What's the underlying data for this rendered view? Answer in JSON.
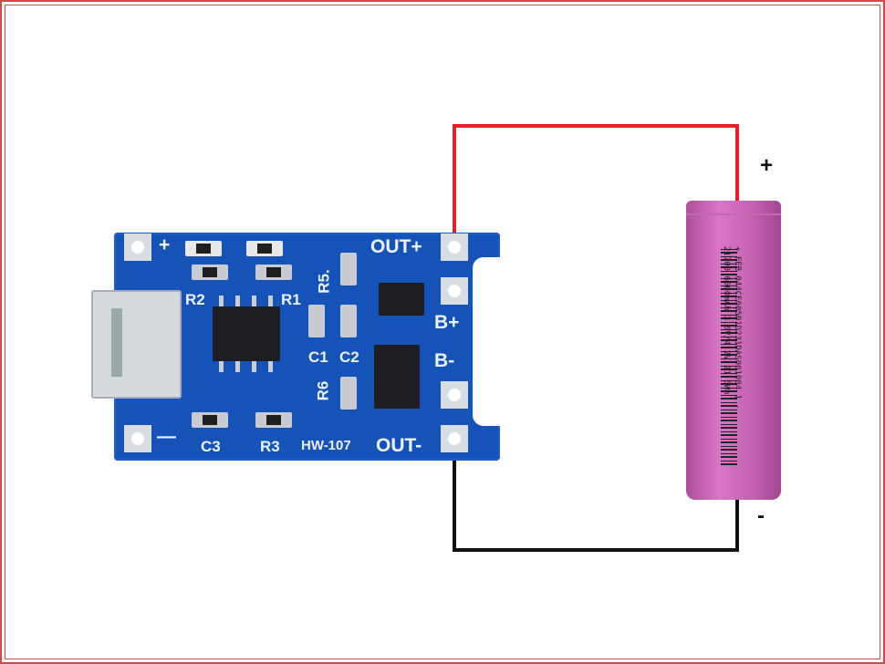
{
  "board": {
    "model": "HW-107",
    "labels": {
      "plus": "+",
      "minus": "—",
      "out_plus": "OUT+",
      "out_minus": "OUT-",
      "b_plus": "B+",
      "b_minus": "B-"
    },
    "components": {
      "r1": "R1",
      "r2": "R2",
      "r3": "R3",
      "r5": "R5.",
      "r6": "R6",
      "c1": "C1",
      "c2": "C2",
      "c3": "C3"
    }
  },
  "battery": {
    "label_line1": "+ FEB  044CE605B1D231DAS001084 1  -",
    "label_line2": "21700 6000mAh 3.6V/4.2V 21.6Wh",
    "plus_sign": "+",
    "minus_sign": "-",
    "color": "#c462b2"
  },
  "wires": {
    "positive_color": "#e8202a",
    "negative_color": "#111111"
  },
  "frame_color": "#d04848"
}
